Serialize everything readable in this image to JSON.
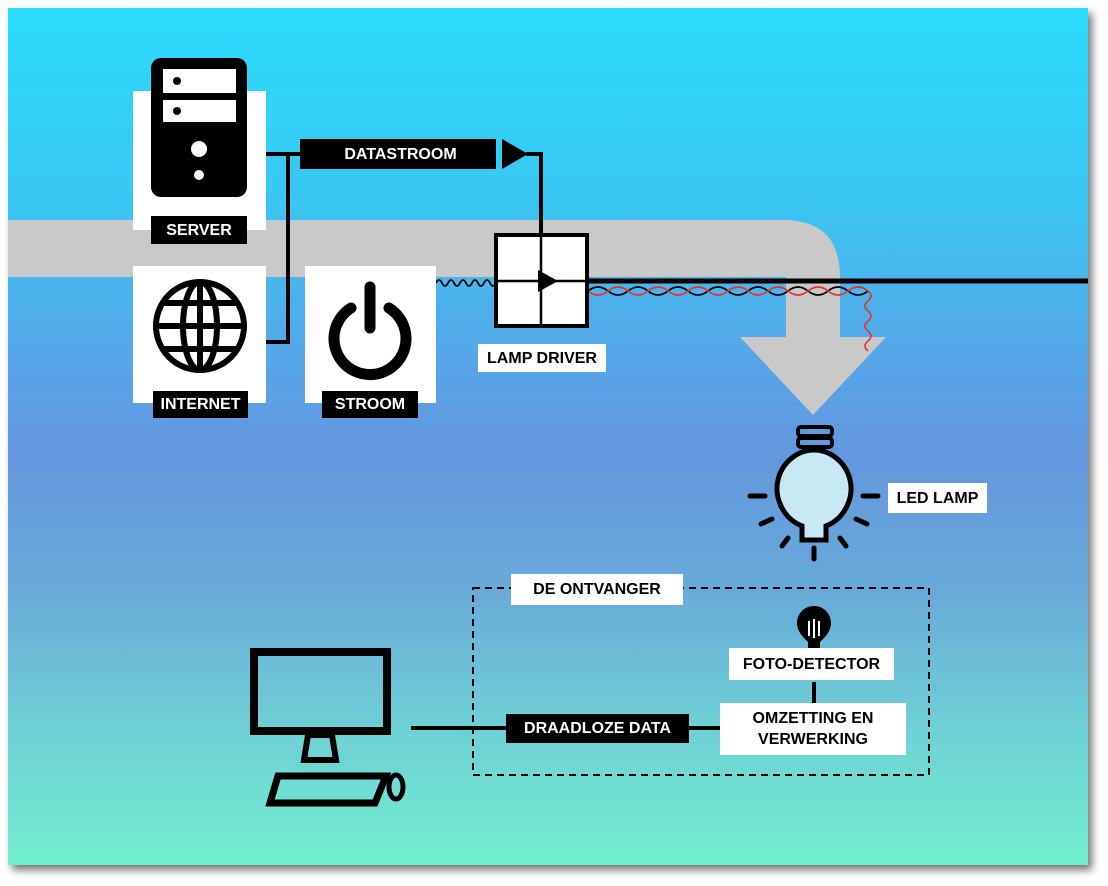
{
  "diagram": {
    "labels": {
      "server": "SERVER",
      "internet": "INTERNET",
      "stroom": "STROOM",
      "datastroom": "DATASTROOM",
      "lamp_driver": "LAMP DRIVER",
      "led_lamp": "LED LAMP",
      "de_ontvanger": "DE ONTVANGER",
      "foto_detector": "FOTO-DETECTOR",
      "omzetting": "OMZETTING EN\nVERWERKING",
      "draadloze_data": "DRAADLOZE DATA"
    },
    "icons": [
      "server-icon",
      "globe-icon",
      "power-icon",
      "lamp-driver-icon",
      "light-bulb-icon",
      "photo-detector-icon",
      "computer-icon",
      "mouse-icon"
    ],
    "colors": {
      "background_top": "#2bdcfb",
      "background_mid": "#6497de",
      "background_bottom": "#72eecf",
      "pipe": "#c8c8c8",
      "wire_signal": "#e8312f"
    }
  }
}
